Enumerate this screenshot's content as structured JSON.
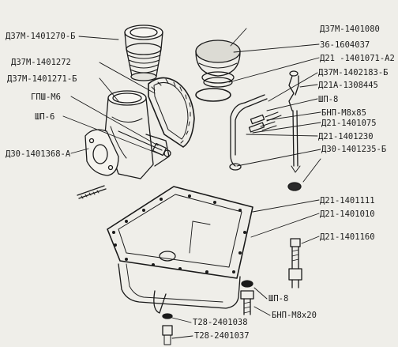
{
  "labels": {
    "d37m_1401270_b": "Д37М-1401270-Б",
    "d37m_1401272": "Д37М-1401272",
    "d37m_1401271_b": "Д37М-1401271-Б",
    "gpsh_m6": "ГПШ-М6",
    "shp_6_left": "ШП-6",
    "d30_1401368_a": "Д30-1401368-А",
    "d37m_1401080": "Д37М-1401080",
    "n36_1604037": "36-1604037",
    "d21_1401071_a2": "Д21 -1401071-А2",
    "d37m_1402183_b": "Д37М-1402183-Б",
    "d21a_1308445": "Д21А-1308445",
    "shp_8_right": "ШП-8",
    "bnp_m8x85": "БНП-М8х85",
    "d21_1401075": "Д21-1401075",
    "d21_1401230": "Д21-1401230",
    "d30_1401235_b": "Д30-1401235-Б",
    "d21_1401111": "Д21-1401111",
    "d21_1401010": "Д21-1401010",
    "d21_1401160": "Д21-1401160",
    "shp_8_bottom": "ШП-8",
    "bnp_m8x20": "БНП-М8х20",
    "t28_2401038": "Т28-2401038",
    "t28_2401037": "Т28-2401037"
  }
}
